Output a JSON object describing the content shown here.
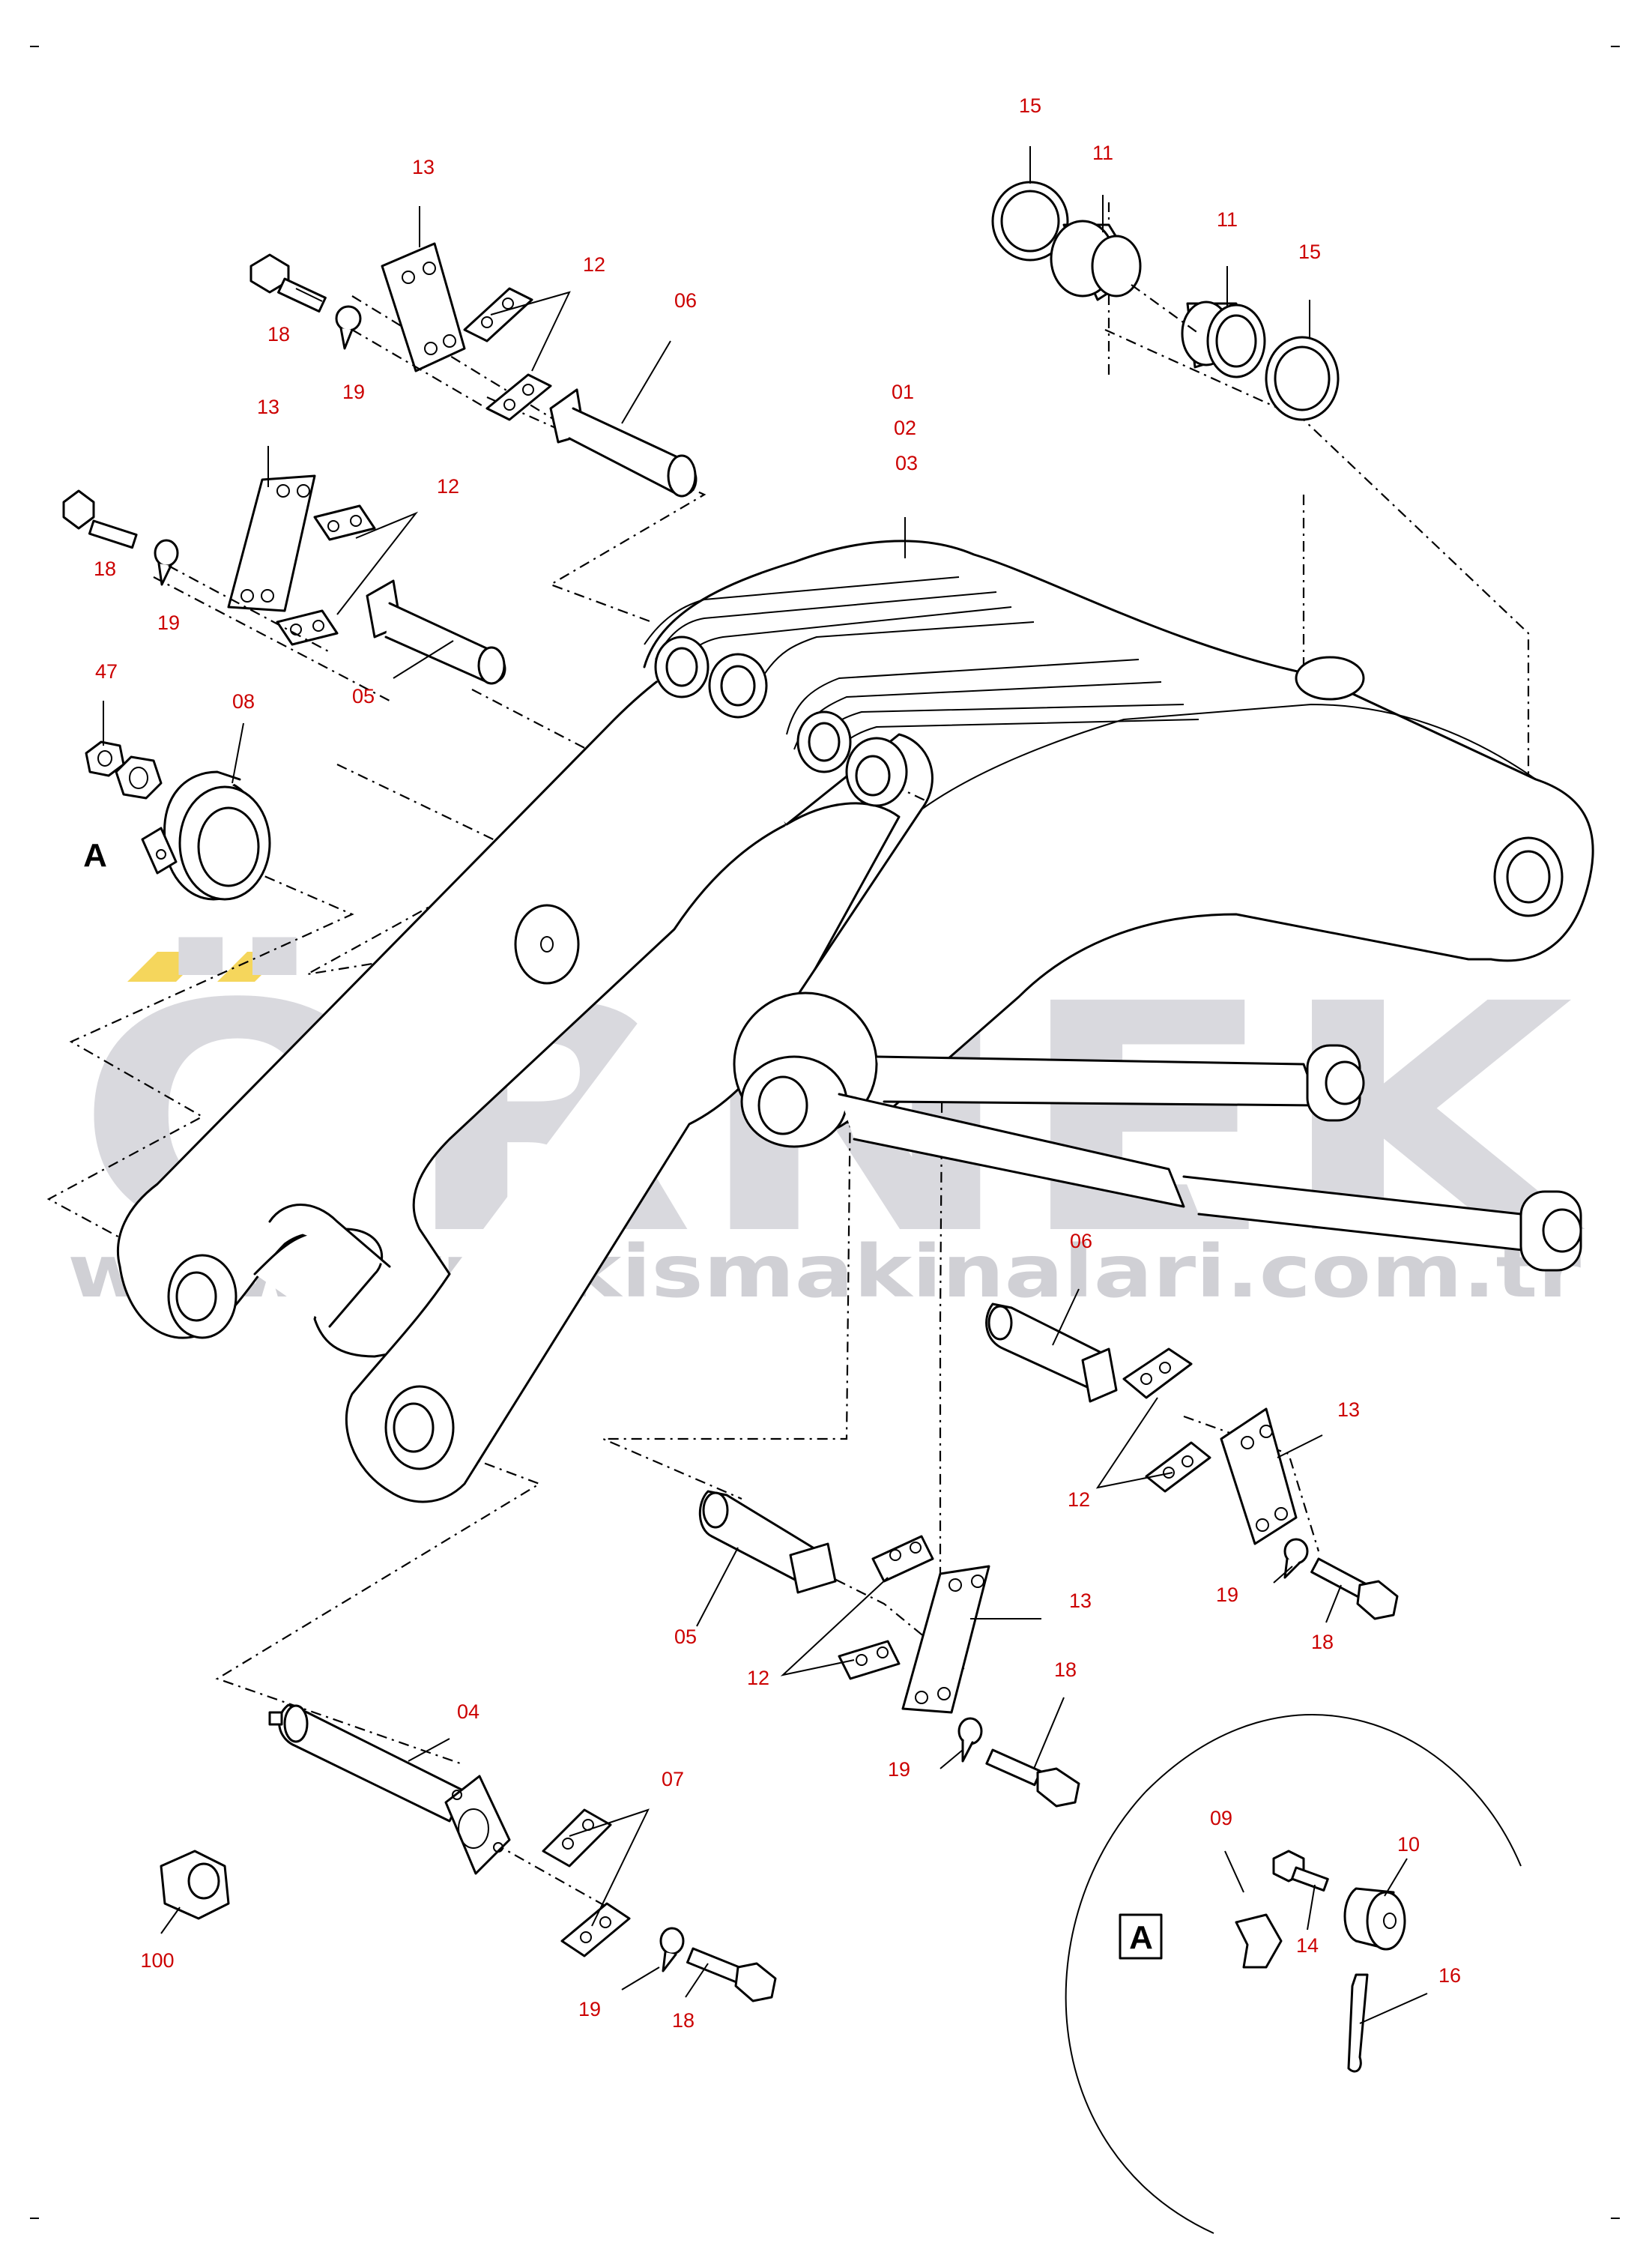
{
  "watermark": {
    "brand": "ÖRNEK",
    "url": "www.ornekismakinalari.com.tr",
    "brand_color": "#d9d9de",
    "accent_color": "#f5d65c"
  },
  "view_labels": {
    "detail_marker": "A",
    "detail_box": "A"
  },
  "callouts": {
    "c15a": "15",
    "c11a": "11",
    "c11b": "11",
    "c15b": "15",
    "c13a": "13",
    "c12a": "12",
    "c06a": "06",
    "c18a": "18",
    "c19a": "19",
    "c01": "01",
    "c02": "02",
    "c03": "03",
    "c13b": "13",
    "c12b": "12",
    "c18b": "18",
    "c19b": "19",
    "c05a": "05",
    "c47": "47",
    "c08": "08",
    "c06b": "06",
    "c13c": "13",
    "c12c": "12",
    "c19c": "19",
    "c18c": "18",
    "c05b": "05",
    "c13d": "13",
    "c12d": "12",
    "c18d": "18",
    "c19d": "19",
    "c04": "04",
    "c07": "07",
    "c19e": "19",
    "c18e": "18",
    "c100": "100",
    "c09": "09",
    "c10": "10",
    "c14": "14",
    "c16": "16"
  },
  "colors": {
    "callout": "#cc0000",
    "line": "#000000"
  }
}
